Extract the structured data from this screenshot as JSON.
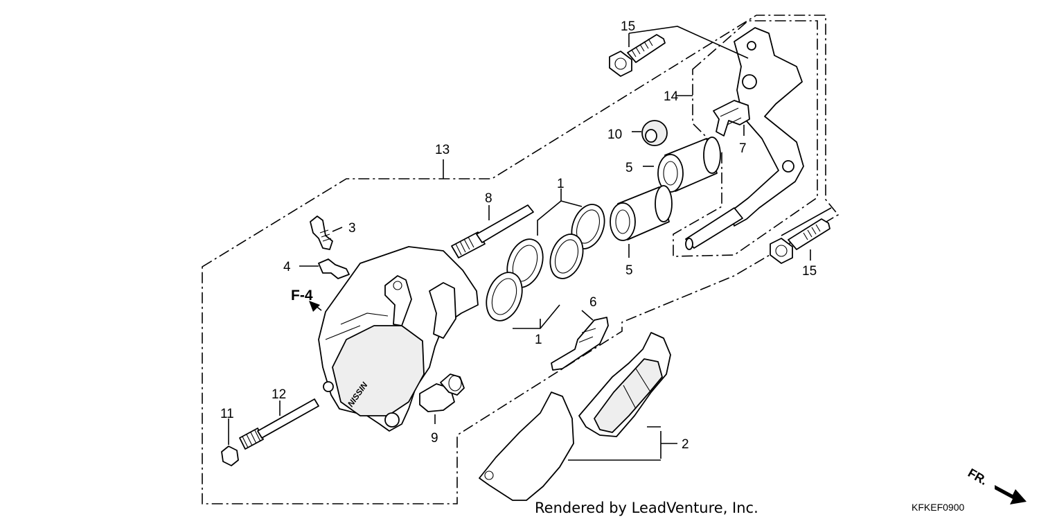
{
  "callouts": {
    "c1a": "1",
    "c1b": "1",
    "c2": "2",
    "c3": "3",
    "c4": "4",
    "c5a": "5",
    "c5b": "5",
    "c6": "6",
    "c7": "7",
    "c8": "8",
    "c9": "9",
    "c10": "10",
    "c11": "11",
    "c12": "12",
    "c13": "13",
    "c14": "14",
    "c15a": "15",
    "c15b": "15"
  },
  "ref_label": "F-4",
  "caliper_logo": "NISSIN",
  "footer": {
    "credit": "Rendered by LeadVenture, Inc.",
    "diagram_code": "KFKEF0900",
    "direction": "FR."
  }
}
